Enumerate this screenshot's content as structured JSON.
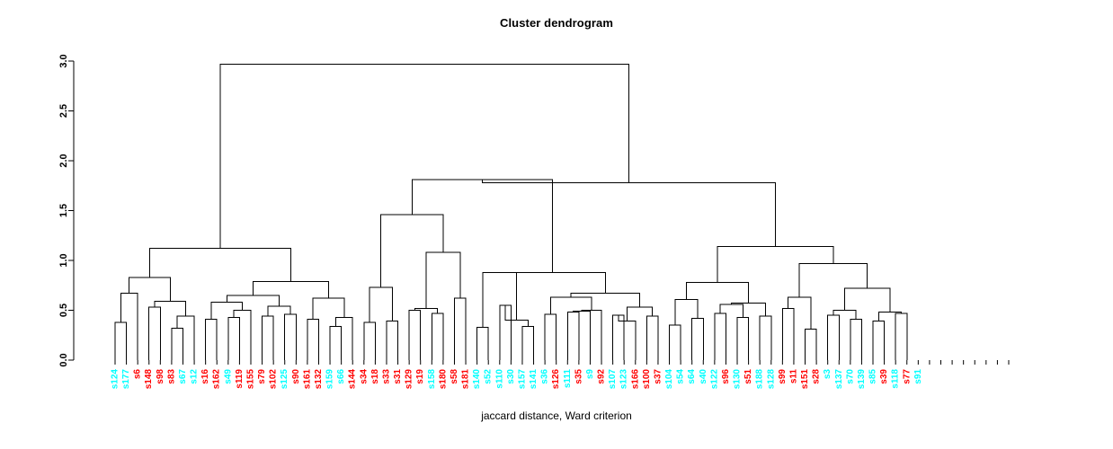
{
  "plot": {
    "title": "Cluster dendrogram",
    "xlabel": "jaccard distance, Ward criterion",
    "ylabel": ""
  },
  "colors": {
    "cluster_a": "#00ffff",
    "cluster_b": "#ff0000",
    "line": "#000000",
    "axis": "#000000",
    "background": "#ffffff"
  },
  "chart_data": {
    "type": "dendrogram",
    "title": "Cluster dendrogram",
    "xlabel": "jaccard distance, Ward criterion",
    "ylabel": "",
    "ylim": [
      0.0,
      3.0
    ],
    "yticks": [
      "0.0",
      "0.5",
      "1.0",
      "1.5",
      "2.0",
      "2.5",
      "3.0"
    ],
    "ytick_values": [
      0.0,
      0.5,
      1.0,
      1.5,
      2.0,
      2.5,
      3.0
    ],
    "grid": false,
    "legend": "none",
    "n_leaves": 80,
    "leaf_labels": [
      "s124",
      "s177",
      "s6",
      "s148",
      "s98",
      "s83",
      "s67",
      "s12",
      "s16",
      "s162",
      "s49",
      "s119",
      "s155",
      "s79",
      "s102",
      "s125",
      "s90",
      "s161",
      "s132",
      "s159",
      "s66",
      "s144",
      "s34",
      "s18",
      "s33",
      "s31",
      "s129",
      "s19",
      "s158",
      "s180",
      "s58",
      "s181",
      "s140",
      "s52",
      "s110",
      "s30",
      "s157",
      "s141",
      "s36",
      "s126",
      "s111",
      "s35",
      "s9",
      "s92",
      "s107",
      "s123",
      "s166",
      "s100",
      "s37",
      "s104",
      "s54",
      "s64",
      "s40",
      "s122",
      "s96",
      "s130",
      "s51",
      "s188",
      "s128",
      "s99",
      "s11",
      "s151",
      "s28",
      "s3",
      "s137",
      "s70",
      "s139",
      "s85",
      "s39",
      "s118",
      "s77",
      "s91"
    ],
    "leaf_colors": [
      "#00ffff",
      "#00ffff",
      "#ff0000",
      "#ff0000",
      "#ff0000",
      "#ff0000",
      "#00ffff",
      "#00ffff",
      "#ff0000",
      "#ff0000",
      "#00ffff",
      "#ff0000",
      "#ff0000",
      "#ff0000",
      "#ff0000",
      "#00ffff",
      "#ff0000",
      "#ff0000",
      "#ff0000",
      "#00ffff",
      "#00ffff",
      "#ff0000",
      "#ff0000",
      "#ff0000",
      "#ff0000",
      "#ff0000",
      "#ff0000",
      "#ff0000",
      "#00ffff",
      "#ff0000",
      "#ff0000",
      "#ff0000",
      "#00ffff",
      "#00ffff",
      "#00ffff",
      "#00ffff",
      "#00ffff",
      "#00ffff",
      "#00ffff",
      "#ff0000",
      "#00ffff",
      "#ff0000",
      "#00ffff",
      "#ff0000",
      "#00ffff",
      "#00ffff",
      "#ff0000",
      "#ff0000",
      "#ff0000",
      "#00ffff",
      "#00ffff",
      "#00ffff",
      "#00ffff",
      "#00ffff",
      "#ff0000",
      "#00ffff",
      "#ff0000",
      "#00ffff",
      "#00ffff",
      "#ff0000",
      "#ff0000",
      "#ff0000",
      "#ff0000",
      "#00ffff",
      "#00ffff",
      "#00ffff",
      "#00ffff",
      "#00ffff",
      "#ff0000",
      "#00ffff",
      "#ff0000",
      "#00ffff"
    ],
    "merges": [
      {
        "id": "m1",
        "left": {
          "leaf": 0
        },
        "right": {
          "leaf": 1
        },
        "height": 0.38
      },
      {
        "id": "m2",
        "left": {
          "node": "m1"
        },
        "right": {
          "leaf": 2
        },
        "height": 0.67
      },
      {
        "id": "m3",
        "left": {
          "leaf": 3
        },
        "right": {
          "leaf": 4
        },
        "height": 0.53
      },
      {
        "id": "m4",
        "left": {
          "leaf": 5
        },
        "right": {
          "leaf": 6
        },
        "height": 0.32
      },
      {
        "id": "m5",
        "left": {
          "node": "m4"
        },
        "right": {
          "leaf": 7
        },
        "height": 0.44
      },
      {
        "id": "m6",
        "left": {
          "node": "m3"
        },
        "right": {
          "node": "m5"
        },
        "height": 0.59
      },
      {
        "id": "m7",
        "left": {
          "node": "m2"
        },
        "right": {
          "node": "m6"
        },
        "height": 0.83
      },
      {
        "id": "m8",
        "left": {
          "leaf": 8
        },
        "right": {
          "leaf": 9
        },
        "height": 0.41
      },
      {
        "id": "m9",
        "left": {
          "leaf": 10
        },
        "right": {
          "leaf": 11
        },
        "height": 0.43
      },
      {
        "id": "m10",
        "left": {
          "node": "m9"
        },
        "right": {
          "leaf": 12
        },
        "height": 0.5
      },
      {
        "id": "m11",
        "left": {
          "node": "m8"
        },
        "right": {
          "node": "m10"
        },
        "height": 0.58
      },
      {
        "id": "m12",
        "left": {
          "leaf": 13
        },
        "right": {
          "leaf": 14
        },
        "height": 0.44
      },
      {
        "id": "m13",
        "left": {
          "leaf": 15
        },
        "right": {
          "leaf": 16
        },
        "height": 0.46
      },
      {
        "id": "m14",
        "left": {
          "node": "m12"
        },
        "right": {
          "node": "m13"
        },
        "height": 0.54
      },
      {
        "id": "m15",
        "left": {
          "node": "m11"
        },
        "right": {
          "node": "m14"
        },
        "height": 0.65
      },
      {
        "id": "m16",
        "left": {
          "leaf": 17
        },
        "right": {
          "leaf": 18
        },
        "height": 0.41
      },
      {
        "id": "m17",
        "left": {
          "leaf": 19
        },
        "right": {
          "leaf": 20
        },
        "height": 0.34
      },
      {
        "id": "m18",
        "left": {
          "node": "m17"
        },
        "right": {
          "leaf": 21
        },
        "height": 0.43
      },
      {
        "id": "m19",
        "left": {
          "node": "m16"
        },
        "right": {
          "node": "m18"
        },
        "height": 0.62
      },
      {
        "id": "m20",
        "left": {
          "node": "m15"
        },
        "right": {
          "node": "m19"
        },
        "height": 0.79
      },
      {
        "id": "m21",
        "left": {
          "node": "m7"
        },
        "right": {
          "node": "m20"
        },
        "height": 1.12
      },
      {
        "id": "m22",
        "left": {
          "leaf": 22
        },
        "right": {
          "leaf": 23
        },
        "height": 0.38
      },
      {
        "id": "m23",
        "left": {
          "leaf": 24
        },
        "right": {
          "leaf": 25
        },
        "height": 0.39
      },
      {
        "id": "m24",
        "left": {
          "node": "m22"
        },
        "right": {
          "node": "m23"
        },
        "height": 0.73
      },
      {
        "id": "m25",
        "left": {
          "leaf": 26
        },
        "right": {
          "leaf": 27
        },
        "height": 0.5
      },
      {
        "id": "m26",
        "left": {
          "leaf": 28
        },
        "right": {
          "leaf": 29
        },
        "height": 0.47
      },
      {
        "id": "m27",
        "left": {
          "node": "m25"
        },
        "right": {
          "node": "m26"
        },
        "height": 0.52
      },
      {
        "id": "m28",
        "left": {
          "leaf": 30
        },
        "right": {
          "leaf": 31
        },
        "height": 0.62
      },
      {
        "id": "m29",
        "left": {
          "node": "m27"
        },
        "right": {
          "node": "m28"
        },
        "height": 1.08
      },
      {
        "id": "m30",
        "left": {
          "node": "m24"
        },
        "right": {
          "node": "m29"
        },
        "height": 1.46
      },
      {
        "id": "m31",
        "left": {
          "leaf": 32
        },
        "right": {
          "leaf": 33
        },
        "height": 0.33
      },
      {
        "id": "m32",
        "left": {
          "leaf": 34
        },
        "right": {
          "leaf": 35
        },
        "height": 0.55
      },
      {
        "id": "m33",
        "left": {
          "leaf": 36
        },
        "right": {
          "leaf": 37
        },
        "height": 0.34
      },
      {
        "id": "m34",
        "left": {
          "node": "m32"
        },
        "right": {
          "node": "m33"
        },
        "height": 0.4
      },
      {
        "id": "m35",
        "left": {
          "node": "m31"
        },
        "right": {
          "node": "m34"
        },
        "height": 0.88
      },
      {
        "id": "m36",
        "left": {
          "leaf": 38
        },
        "right": {
          "leaf": 39
        },
        "height": 0.46
      },
      {
        "id": "m37",
        "left": {
          "leaf": 40
        },
        "right": {
          "leaf": 41
        },
        "height": 0.48
      },
      {
        "id": "m38",
        "left": {
          "node": "m37"
        },
        "right": {
          "leaf": 42
        },
        "height": 0.49
      },
      {
        "id": "m39",
        "left": {
          "node": "m38"
        },
        "right": {
          "leaf": 43
        },
        "height": 0.5
      },
      {
        "id": "m40",
        "left": {
          "node": "m36"
        },
        "right": {
          "node": "m39"
        },
        "height": 0.63
      },
      {
        "id": "m41",
        "left": {
          "leaf": 44
        },
        "right": {
          "leaf": 45
        },
        "height": 0.45
      },
      {
        "id": "m42",
        "left": {
          "node": "m41"
        },
        "right": {
          "leaf": 46
        },
        "height": 0.39
      },
      {
        "id": "m43",
        "left": {
          "leaf": 47
        },
        "right": {
          "leaf": 48
        },
        "height": 0.44
      },
      {
        "id": "m44",
        "left": {
          "node": "m42"
        },
        "right": {
          "node": "m43"
        },
        "height": 0.53
      },
      {
        "id": "m45",
        "left": {
          "node": "m44"
        },
        "right": {
          "node": "m40"
        },
        "height": 0.67
      },
      {
        "id": "m46",
        "left": {
          "node": "m35"
        },
        "right": {
          "node": "m45"
        },
        "height": 0.88
      },
      {
        "id": "m47",
        "left": {
          "node": "m30"
        },
        "right": {
          "node": "m46"
        },
        "height": 1.81
      },
      {
        "id": "m48",
        "left": {
          "leaf": 49
        },
        "right": {
          "leaf": 50
        },
        "height": 0.35
      },
      {
        "id": "m49",
        "left": {
          "leaf": 51
        },
        "right": {
          "leaf": 52
        },
        "height": 0.42
      },
      {
        "id": "m50",
        "left": {
          "node": "m48"
        },
        "right": {
          "node": "m49"
        },
        "height": 0.61
      },
      {
        "id": "m51",
        "left": {
          "leaf": 53
        },
        "right": {
          "leaf": 54
        },
        "height": 0.47
      },
      {
        "id": "m52",
        "left": {
          "leaf": 55
        },
        "right": {
          "leaf": 56
        },
        "height": 0.43
      },
      {
        "id": "m53",
        "left": {
          "node": "m51"
        },
        "right": {
          "node": "m52"
        },
        "height": 0.56
      },
      {
        "id": "m54",
        "left": {
          "leaf": 57
        },
        "right": {
          "leaf": 58
        },
        "height": 0.44
      },
      {
        "id": "m55",
        "left": {
          "node": "m53"
        },
        "right": {
          "node": "m54"
        },
        "height": 0.57
      },
      {
        "id": "m56",
        "left": {
          "node": "m50"
        },
        "right": {
          "node": "m55"
        },
        "height": 0.78
      },
      {
        "id": "m57",
        "left": {
          "leaf": 59
        },
        "right": {
          "leaf": 60
        },
        "height": 0.52
      },
      {
        "id": "m58",
        "left": {
          "leaf": 61
        },
        "right": {
          "leaf": 62
        },
        "height": 0.31
      },
      {
        "id": "m59",
        "left": {
          "node": "m57"
        },
        "right": {
          "node": "m58"
        },
        "height": 0.63
      },
      {
        "id": "m60",
        "left": {
          "leaf": 63
        },
        "right": {
          "leaf": 64
        },
        "height": 0.45
      },
      {
        "id": "m61",
        "left": {
          "leaf": 65
        },
        "right": {
          "leaf": 66
        },
        "height": 0.41
      },
      {
        "id": "m62",
        "left": {
          "node": "m60"
        },
        "right": {
          "node": "m61"
        },
        "height": 0.5
      },
      {
        "id": "m63",
        "left": {
          "leaf": 67
        },
        "right": {
          "leaf": 68
        },
        "height": 0.39
      },
      {
        "id": "m64",
        "left": {
          "leaf": 69
        },
        "right": {
          "leaf": 70
        },
        "height": 0.47
      },
      {
        "id": "m65",
        "left": {
          "node": "m63"
        },
        "right": {
          "node": "m64"
        },
        "height": 0.48
      },
      {
        "id": "m66",
        "left": {
          "node": "m62"
        },
        "right": {
          "node": "m65"
        },
        "height": 0.72
      },
      {
        "id": "m67",
        "left": {
          "node": "m59"
        },
        "right": {
          "node": "m66"
        },
        "height": 0.97
      },
      {
        "id": "m68",
        "left": {
          "node": "m56"
        },
        "right": {
          "node": "m67"
        },
        "height": 1.14
      },
      {
        "id": "m69",
        "left": {
          "node": "m47"
        },
        "right": {
          "node": "m68"
        },
        "height": 1.78
      },
      {
        "id": "m70",
        "left": {
          "node": "m21"
        },
        "right": {
          "node": "m69"
        },
        "height": 2.97
      }
    ],
    "root": "m70"
  },
  "axis": {
    "y_top_value": 3.0,
    "y_bottom_value": 0.0
  }
}
